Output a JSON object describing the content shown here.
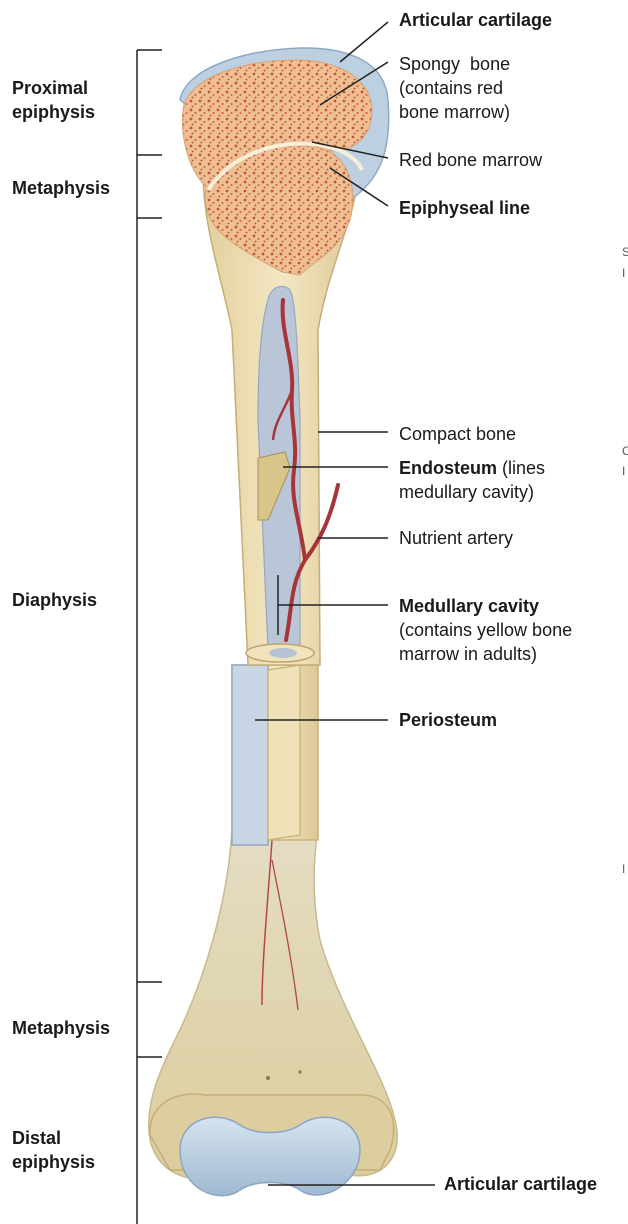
{
  "regions": {
    "proximal_epiphysis": [
      "Proximal",
      "epiphysis"
    ],
    "metaphysis_top": "Metaphysis",
    "diaphysis": "Diaphysis",
    "metaphysis_bottom": "Metaphysis",
    "distal_epiphysis": [
      "Distal",
      "epiphysis"
    ]
  },
  "labels": {
    "articular_cartilage_top": "Articular cartilage",
    "spongy_bone": [
      "Spongy  bone",
      "(contains red",
      "bone marrow)"
    ],
    "red_bone_marrow": "Red bone marrow",
    "epiphyseal_line": "Epiphyseal line",
    "compact_bone": "Compact bone",
    "endosteum_bold": "Endosteum",
    "endosteum_rest": " (lines",
    "endosteum_line2": "medullary cavity)",
    "nutrient_artery": "Nutrient artery",
    "medullary_cavity": "Medullary cavity",
    "medullary_cavity_line2": "(contains yellow bone",
    "medullary_cavity_line3": "marrow in adults)",
    "periosteum": "Periosteum",
    "articular_cartilage_bottom": "Articular cartilage"
  },
  "edge_fragments": [
    "S",
    "I",
    "C",
    "I",
    "I"
  ],
  "colors": {
    "bone": "#ecdcb0",
    "bone_edge": "#c8b27c",
    "spongy": "#e9b98a",
    "spongy_dots": "#c9543a",
    "cartilage": "#b9cfe2",
    "cavity": "#b7c4d6",
    "artery": "#a8343a",
    "periosteum": "#c6d3e3",
    "leader": "#222222"
  }
}
